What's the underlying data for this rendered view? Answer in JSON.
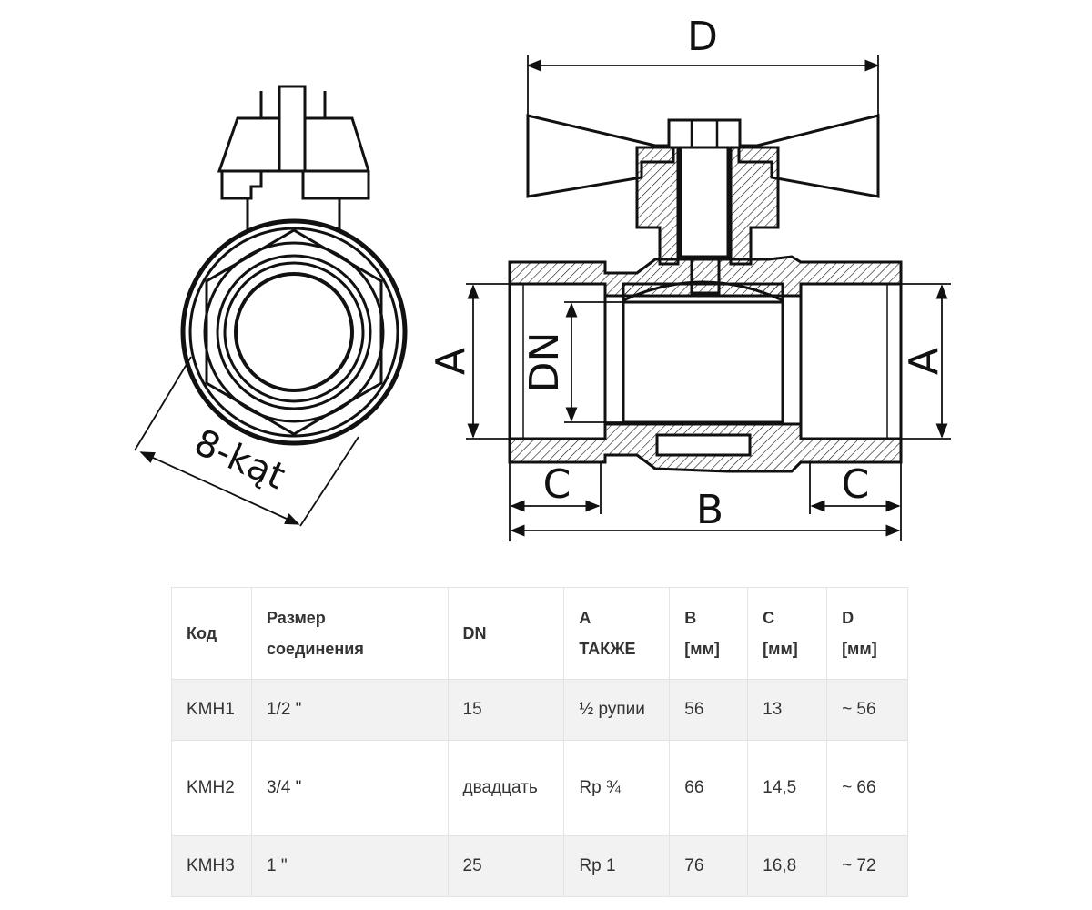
{
  "drawing": {
    "labels": {
      "d": "D",
      "a_left": "A",
      "a_right": "A",
      "dn": "DN",
      "c_left": "C",
      "c_right": "C",
      "b": "B",
      "hex": "8-kąt"
    }
  },
  "table": {
    "headers": [
      [
        "Код"
      ],
      [
        "Размер",
        "соединения"
      ],
      [
        "DN"
      ],
      [
        "A",
        "ТАКЖЕ"
      ],
      [
        "B",
        "[мм]"
      ],
      [
        "C",
        "[мм]"
      ],
      [
        "D",
        "[мм]"
      ]
    ],
    "rows": [
      [
        "KMH1",
        "1/2 \"",
        "15",
        "½ рупии",
        "56",
        "13",
        "~ 56"
      ],
      [
        "KMH2",
        "3/4 \"",
        "двадцать",
        "Rp ¾",
        "66",
        "14,5",
        "~ 66"
      ],
      [
        "KMH3",
        "1 \"",
        "25",
        "Rp 1",
        "76",
        "16,8",
        "~ 72"
      ]
    ]
  }
}
